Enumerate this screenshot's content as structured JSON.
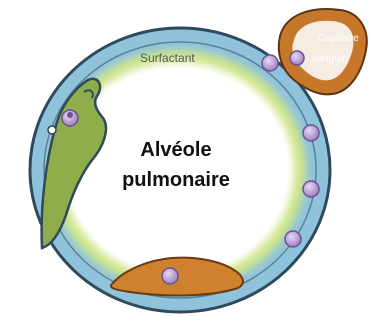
{
  "labels": {
    "surfactant": "Surfactant",
    "alveole_line1": "Alvéole",
    "alveole_line2": "pulmonaire",
    "capillaire_line1": "Capillaire",
    "capillaire_line2": "sanguin"
  },
  "colors": {
    "alveolar_wall": "#8fc3dc",
    "wall_outline": "#2f4a5c",
    "surfactant_layer": "#cfe58a",
    "type2_cell": "#8fae4b",
    "type1_cell_bottom": "#d0812e",
    "capillary": "#c7772a",
    "nucleus": "#b49ad0"
  }
}
